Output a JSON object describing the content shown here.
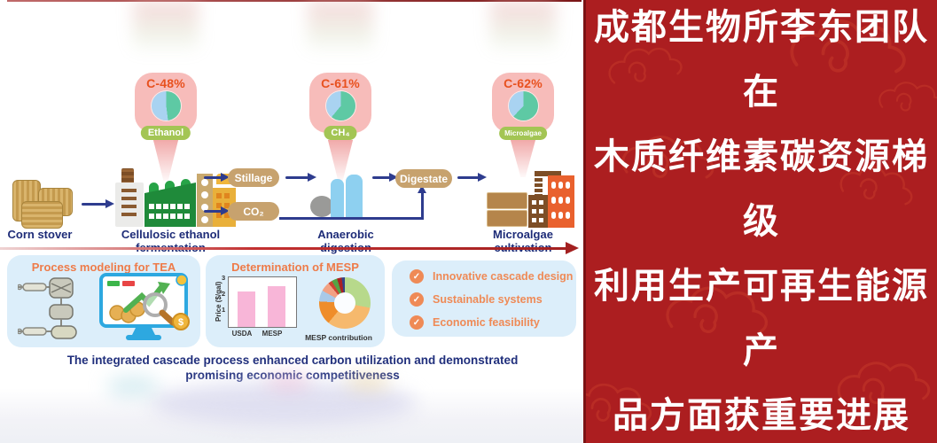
{
  "article": {
    "headline_lines": [
      "成都生物所李东团队在",
      "木质纤维素碳资源梯级",
      "利用生产可再生能源产",
      "品方面获重要进展"
    ]
  },
  "figure": {
    "steps": [
      {
        "label": "Corn stover"
      },
      {
        "label": "Cellulosic ethanol fermentation",
        "balloon": {
          "carbon_label": "C-48%",
          "carbon_percent": 48,
          "product": "Ethanol"
        }
      },
      {
        "label": "Anaerobic digestion",
        "balloon": {
          "carbon_label": "C-61%",
          "carbon_percent": 61,
          "product": "CH₄"
        }
      },
      {
        "label": "Microalgae cultivation",
        "balloon": {
          "carbon_label": "C-62%",
          "carbon_percent": 62,
          "product": "Microalgae"
        }
      }
    ],
    "streams": {
      "stillage": "Stillage",
      "co2": "CO₂",
      "digestate": "Digestate"
    },
    "panels": {
      "tea": {
        "title": "Process modeling for TEA"
      },
      "mesp": {
        "title": "Determination of MESP"
      },
      "highlights": {
        "check_glyph": "✓",
        "items": [
          "Innovative cascade design",
          "Sustainable systems",
          "Economic feasibility"
        ]
      }
    },
    "caption_lines": [
      "The integrated cascade process enhanced carbon utilization and demonstrated",
      "promising economic competitiveness"
    ]
  },
  "colors": {
    "red_bg": "#ac1e20",
    "navy": "#1e2c78",
    "balloon_pink": "#f7bcba",
    "pill_green": "#a3c554",
    "capsule_tan": "#c7a26e",
    "panel_blue": "#dceefa",
    "title_orange": "#ee7b49",
    "pct_orange": "#e8511f",
    "pie_green": "#5ec9a4",
    "pie_blue": "#a9d3f1"
  },
  "chart_data": [
    {
      "type": "bar",
      "title": "Determination of MESP",
      "categories": [
        "USDA",
        "MESP"
      ],
      "values": [
        2.15,
        2.45
      ],
      "ylabel": "Price ($/gal)",
      "yticks": [
        1,
        2,
        3
      ],
      "ylim": [
        0,
        3
      ],
      "bar_color": "#f8b6d8"
    },
    {
      "type": "pie",
      "title": "MESP contribution",
      "slices": [
        {
          "label": "segment-1",
          "value": 28,
          "color": "#b7d98b"
        },
        {
          "label": "segment-2",
          "value": 33,
          "color": "#f6b96d"
        },
        {
          "label": "segment-3",
          "value": 15,
          "color": "#ef8d2a"
        },
        {
          "label": "segment-4",
          "value": 7,
          "color": "#a9c9e8"
        },
        {
          "label": "segment-5",
          "value": 6,
          "color": "#f2a183"
        },
        {
          "label": "segment-6",
          "value": 2.5,
          "color": "#cc4433"
        },
        {
          "label": "segment-7",
          "value": 3.5,
          "color": "#55a345"
        },
        {
          "label": "segment-8",
          "value": 3,
          "color": "#aa2222"
        },
        {
          "label": "segment-9",
          "value": 2,
          "color": "#334488"
        }
      ]
    },
    {
      "type": "pie",
      "title": "C-48%",
      "slices": [
        {
          "label": "Ethanol",
          "value": 48,
          "color": "#5ec9a4"
        },
        {
          "label": "Other",
          "value": 52,
          "color": "#a9d3f1"
        }
      ]
    },
    {
      "type": "pie",
      "title": "C-61%",
      "slices": [
        {
          "label": "CH₄",
          "value": 61,
          "color": "#5ec9a4"
        },
        {
          "label": "Other",
          "value": 39,
          "color": "#a9d3f1"
        }
      ]
    },
    {
      "type": "pie",
      "title": "C-62%",
      "slices": [
        {
          "label": "Microalgae",
          "value": 62,
          "color": "#5ec9a4"
        },
        {
          "label": "Other",
          "value": 38,
          "color": "#a9d3f1"
        }
      ]
    }
  ]
}
